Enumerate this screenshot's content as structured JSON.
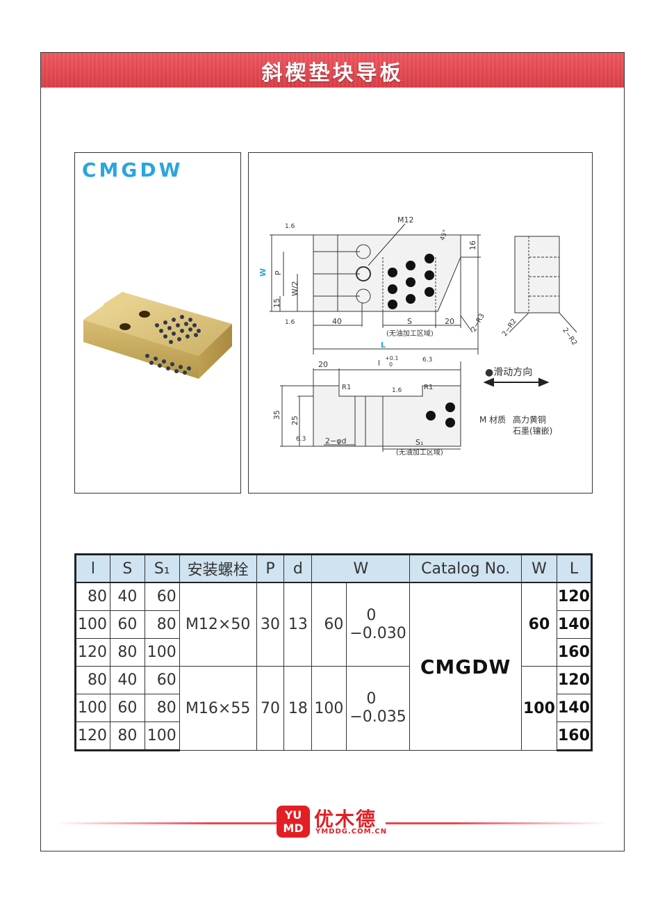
{
  "header": {
    "title": "斜楔垫块导板"
  },
  "product": {
    "model": "CMGDW"
  },
  "drawing": {
    "labels": {
      "m12": "M12",
      "w": "W",
      "p": "P",
      "w_half": "W/2",
      "fifteen": "15",
      "sixteen": "16",
      "forty": "40",
      "s": "S",
      "twenty": "20",
      "l": "L",
      "no_oil_zone": "(无油加工区域)",
      "r3": "2−R3",
      "r2a": "2−R2",
      "r2b": "2−R2",
      "twenty_b": "20",
      "l_small": "l",
      "tol_plus": "+0.1",
      "tol_zero": "0",
      "r1a": "R1",
      "r1b": "R1",
      "thirtyfive": "35",
      "twentyfive": "25",
      "hole_d": "2−φd",
      "s1": "S₁",
      "no_oil_zone_b": "(无油加工区域)",
      "rough_a": "1.6",
      "rough_b": "1.6",
      "rough_c": "1.6",
      "rough_d": "6.3",
      "rough_e": "6.3",
      "angle": "45°",
      "slide_direction": "●滑动方向",
      "material_label": "M 材质",
      "material_value_1": "高力黄铜",
      "material_value_2": "石墨(镶嵌)"
    }
  },
  "table": {
    "headers": [
      "l",
      "S",
      "S₁",
      "安装螺栓",
      "P",
      "d",
      "W",
      "Catalog No.",
      "W",
      "L"
    ],
    "catalog_no": "CMGDW",
    "groups": [
      {
        "bolt": "M12×50",
        "P": "30",
        "d": "13",
        "W": "60",
        "tol_upper": "0",
        "tol_lower": "−0.030",
        "W_out": "60",
        "rows": [
          {
            "l": "80",
            "S": "40",
            "S1": "60",
            "L": "120"
          },
          {
            "l": "100",
            "S": "60",
            "S1": "80",
            "L": "140"
          },
          {
            "l": "120",
            "S": "80",
            "S1": "100",
            "L": "160"
          }
        ]
      },
      {
        "bolt": "M16×55",
        "P": "70",
        "d": "18",
        "W": "100",
        "tol_upper": "0",
        "tol_lower": "−0.035",
        "W_out": "100",
        "rows": [
          {
            "l": "80",
            "S": "40",
            "S1": "60",
            "L": "120"
          },
          {
            "l": "100",
            "S": "60",
            "S1": "80",
            "L": "140"
          },
          {
            "l": "120",
            "S": "80",
            "S1": "100",
            "L": "160"
          }
        ]
      }
    ]
  },
  "footer": {
    "logo_top": "YU",
    "logo_bottom": "MD",
    "brand_name": "优木德",
    "url": "YMDDG.COM.CN"
  },
  "colors": {
    "banner": "#e84650",
    "accent_blue": "#2aa5df",
    "table_header": "#cfe3f1",
    "brand_red": "#e31e24",
    "brass": "#c9a94e"
  }
}
